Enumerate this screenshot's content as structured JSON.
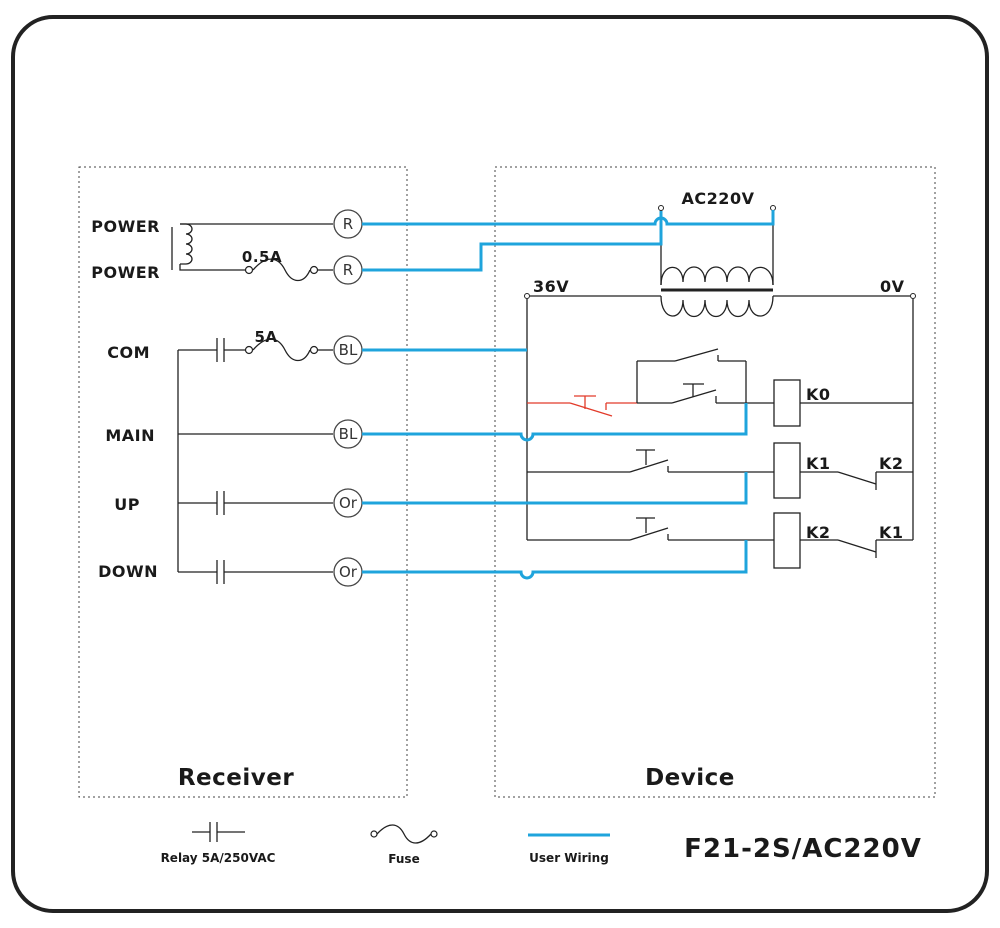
{
  "receiver": {
    "title": "Receiver",
    "rows": [
      {
        "label": "POWER",
        "terminal": "R"
      },
      {
        "label": "POWER",
        "terminal": "R"
      },
      {
        "label": "COM",
        "terminal": "BL"
      },
      {
        "label": "MAIN",
        "terminal": "BL"
      },
      {
        "label": "UP",
        "terminal": "Or"
      },
      {
        "label": "DOWN",
        "terminal": "Or"
      }
    ],
    "fuse_power": "0.5A",
    "fuse_com": "5A"
  },
  "device": {
    "title": "Device",
    "supply": "AC220V",
    "secondary_left": "36V",
    "secondary_right": "0V",
    "relays": [
      {
        "coil": "K0",
        "interlock": ""
      },
      {
        "coil": "K1",
        "interlock": "K2"
      },
      {
        "coil": "K2",
        "interlock": "K1"
      }
    ]
  },
  "legend": {
    "relay": "Relay 5A/250VAC",
    "fuse": "Fuse",
    "wiring": "User Wiring"
  },
  "model": "F21-2S/AC220V",
  "colors": {
    "user_wiring": "#1fa4dc",
    "stop_button": "#e23b2a",
    "border": "#222222"
  }
}
